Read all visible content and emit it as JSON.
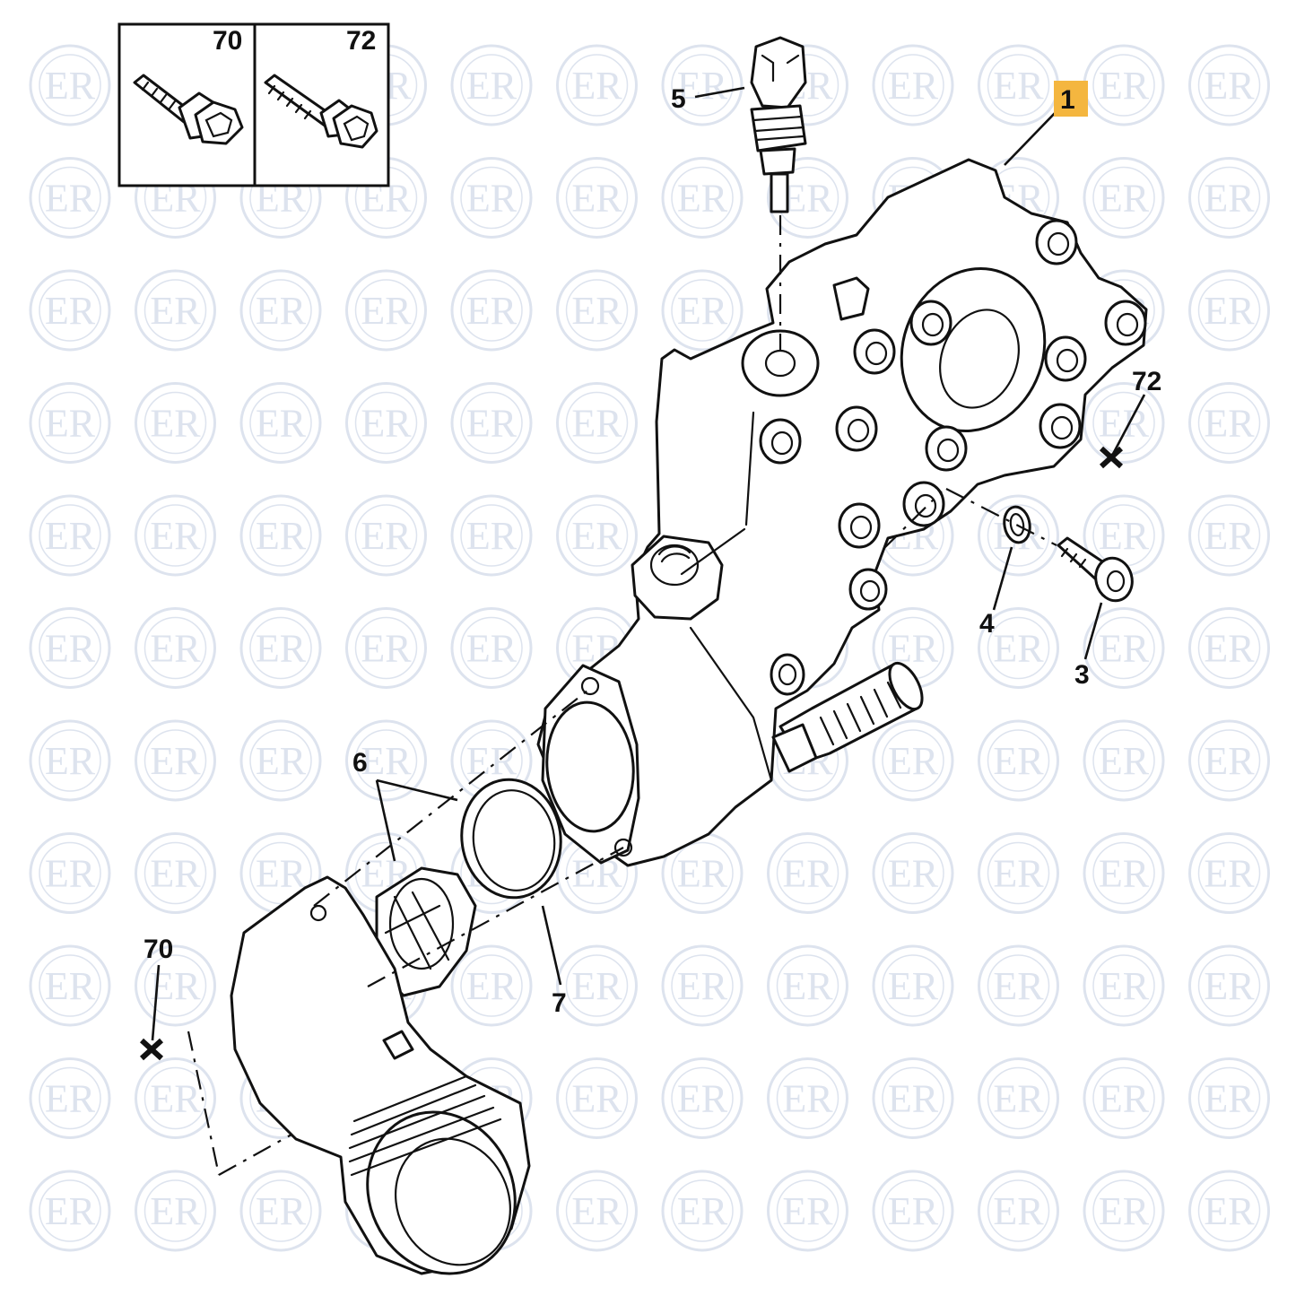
{
  "watermark": {
    "text": "ER",
    "color": "#dde3ee"
  },
  "highlight_color": "#f4b63f",
  "inset": {
    "left_label": "70",
    "right_label": "72"
  },
  "callouts": {
    "c1": "1",
    "c3": "3",
    "c4": "4",
    "c5": "5",
    "c6": "6",
    "c7": "7",
    "c70": "70",
    "c72": "72"
  }
}
